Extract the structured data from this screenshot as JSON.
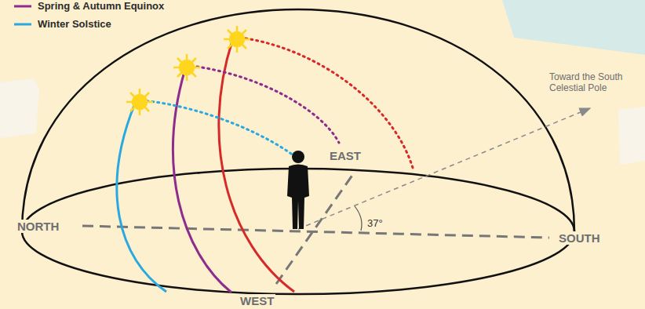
{
  "diagram": {
    "labels": [
      "EAST",
      "NORTH",
      "SOUTH",
      "WEST",
      "Toward the South Celestial Pole",
      "37°"
    ],
    "legend": [
      {
        "text": "Spring & Autumn Equinox"
      },
      {
        "text": "Winter Solstice"
      }
    ]
  }
}
